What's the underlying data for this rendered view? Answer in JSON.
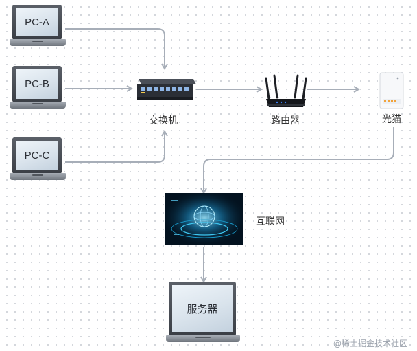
{
  "nodes": {
    "pc_a": "PC-A",
    "pc_b": "PC-B",
    "pc_c": "PC-C",
    "switch": "交换机",
    "router": "路由器",
    "modem": "光猫",
    "internet": "互联网",
    "server": "服务器"
  },
  "watermark": "@稀土掘金技术社区",
  "colors": {
    "arrow": "#a7aeb8",
    "label": "#333333"
  }
}
